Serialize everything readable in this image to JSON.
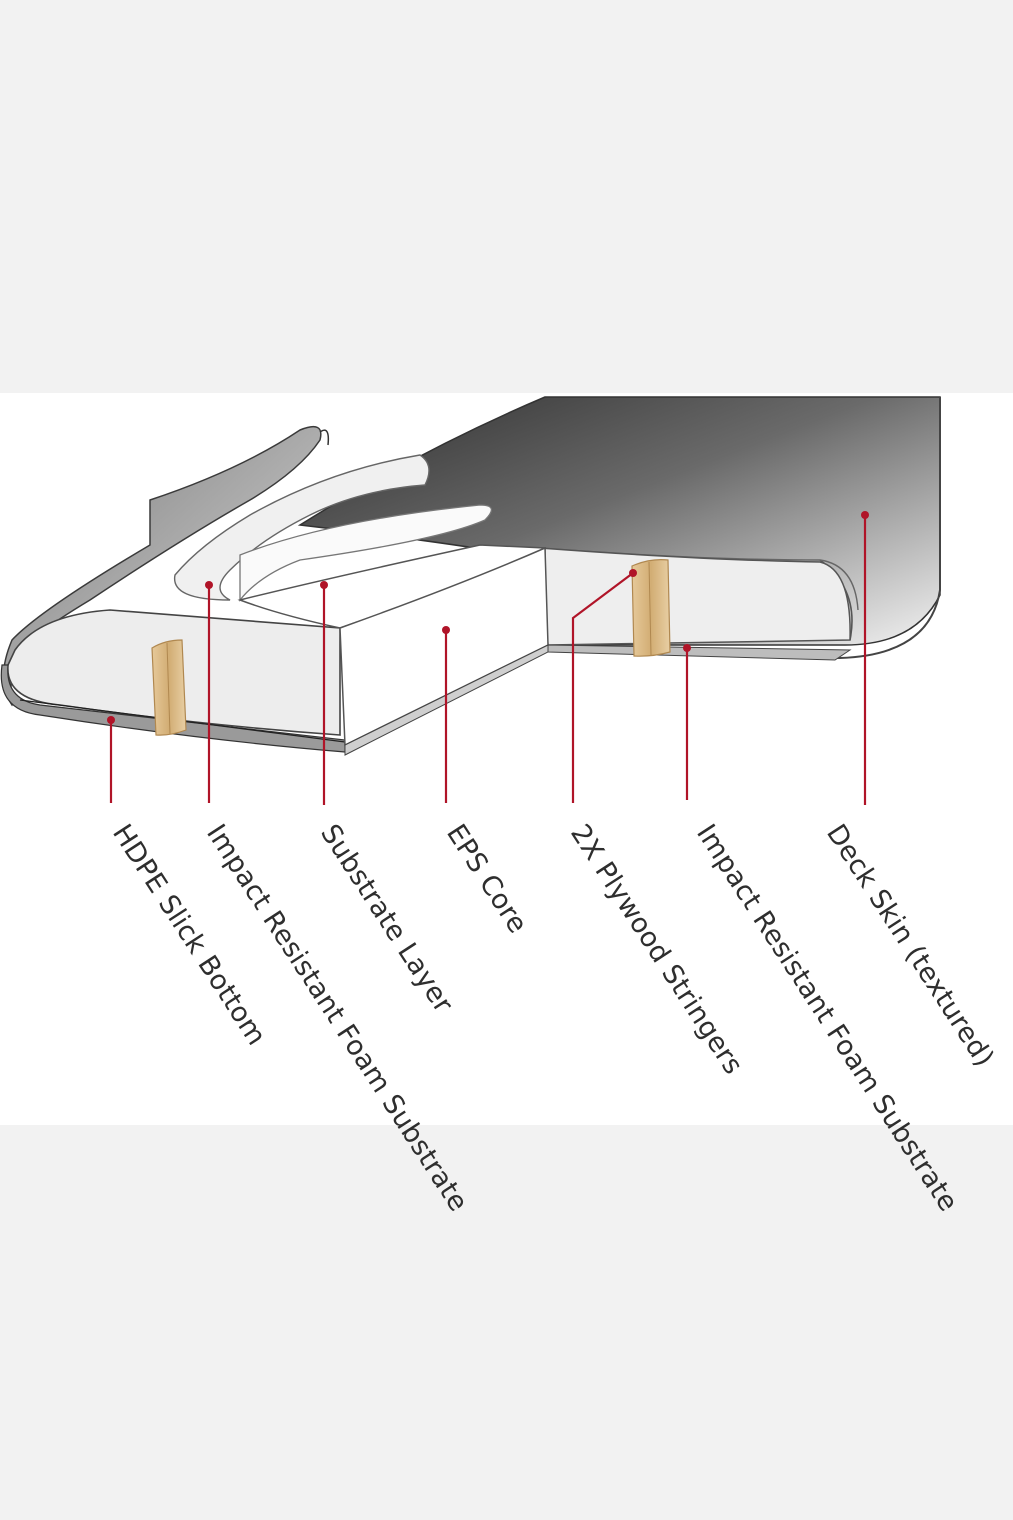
{
  "diagram": {
    "labels": [
      {
        "id": "hdpe",
        "text": "HDPE Slick Bottom"
      },
      {
        "id": "foam1",
        "text": "Impact Resistant Foam Substrate"
      },
      {
        "id": "substrate",
        "text": "Substrate Layer"
      },
      {
        "id": "eps",
        "text": "EPS Core"
      },
      {
        "id": "stringers",
        "text": "2X Plywood Stringers"
      },
      {
        "id": "foam2",
        "text": "Impact Resistant Foam Substrate"
      },
      {
        "id": "deck",
        "text": "Deck Skin (textured)"
      }
    ],
    "colors": {
      "leader": "#b01428",
      "deck_dark": "#4a4a4a",
      "deck_light": "#f4f4f4",
      "core": "#ffffff",
      "foam": "#e8e8e8",
      "plywood": "#d9b98a"
    }
  }
}
